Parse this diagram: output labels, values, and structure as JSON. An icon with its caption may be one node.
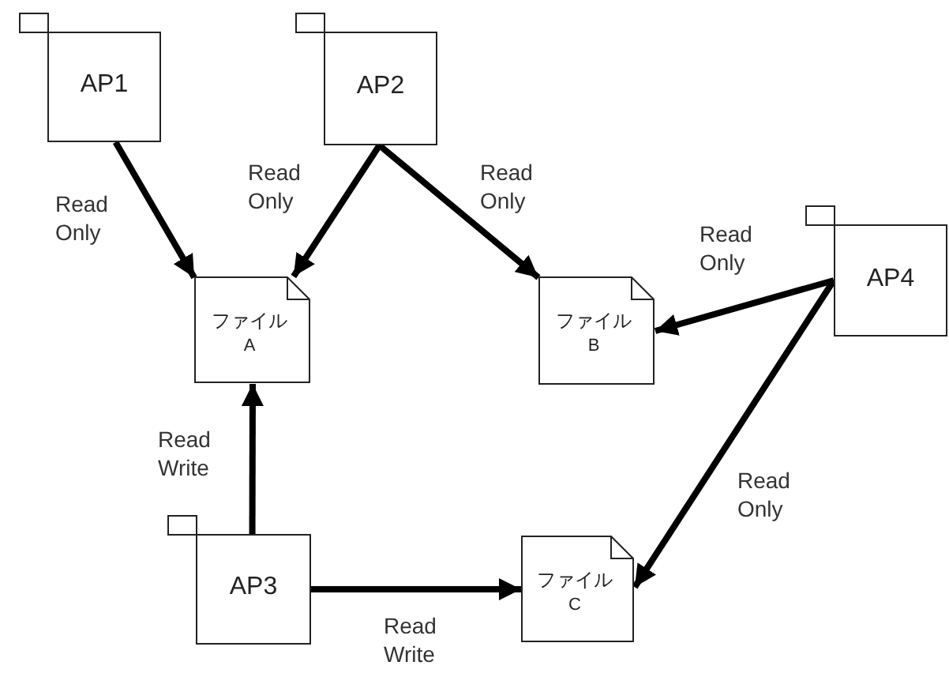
{
  "diagram": {
    "nodes": [
      {
        "text": [
          "AP1"
        ]
      },
      {
        "text": [
          "AP2"
        ]
      },
      {
        "text": [
          "AP4"
        ]
      },
      {
        "text": [
          "ファイル",
          "A"
        ]
      },
      {
        "text": [
          "ファイル",
          "B"
        ]
      },
      {
        "text": [
          "AP3"
        ]
      },
      {
        "text": [
          "ファイル",
          "C"
        ]
      }
    ],
    "edges": [
      {
        "from": 0,
        "to": 3,
        "arrow": "to",
        "label": "Read Only"
      },
      {
        "from": 1,
        "to": 3,
        "arrow": "to",
        "label": "Read Only"
      },
      {
        "from": 1,
        "to": 4,
        "arrow": "to",
        "label": "Read Only"
      },
      {
        "from": 2,
        "to": 4,
        "arrow": "to",
        "label": "Read Only"
      },
      {
        "from": 2,
        "to": 6,
        "arrow": "to",
        "label": "Read Only"
      },
      {
        "from": 5,
        "to": 3,
        "arrow": "to",
        "label": "Read Write"
      },
      {
        "from": 5,
        "to": 6,
        "arrow": "to",
        "label": "Read Write"
      }
    ]
  }
}
